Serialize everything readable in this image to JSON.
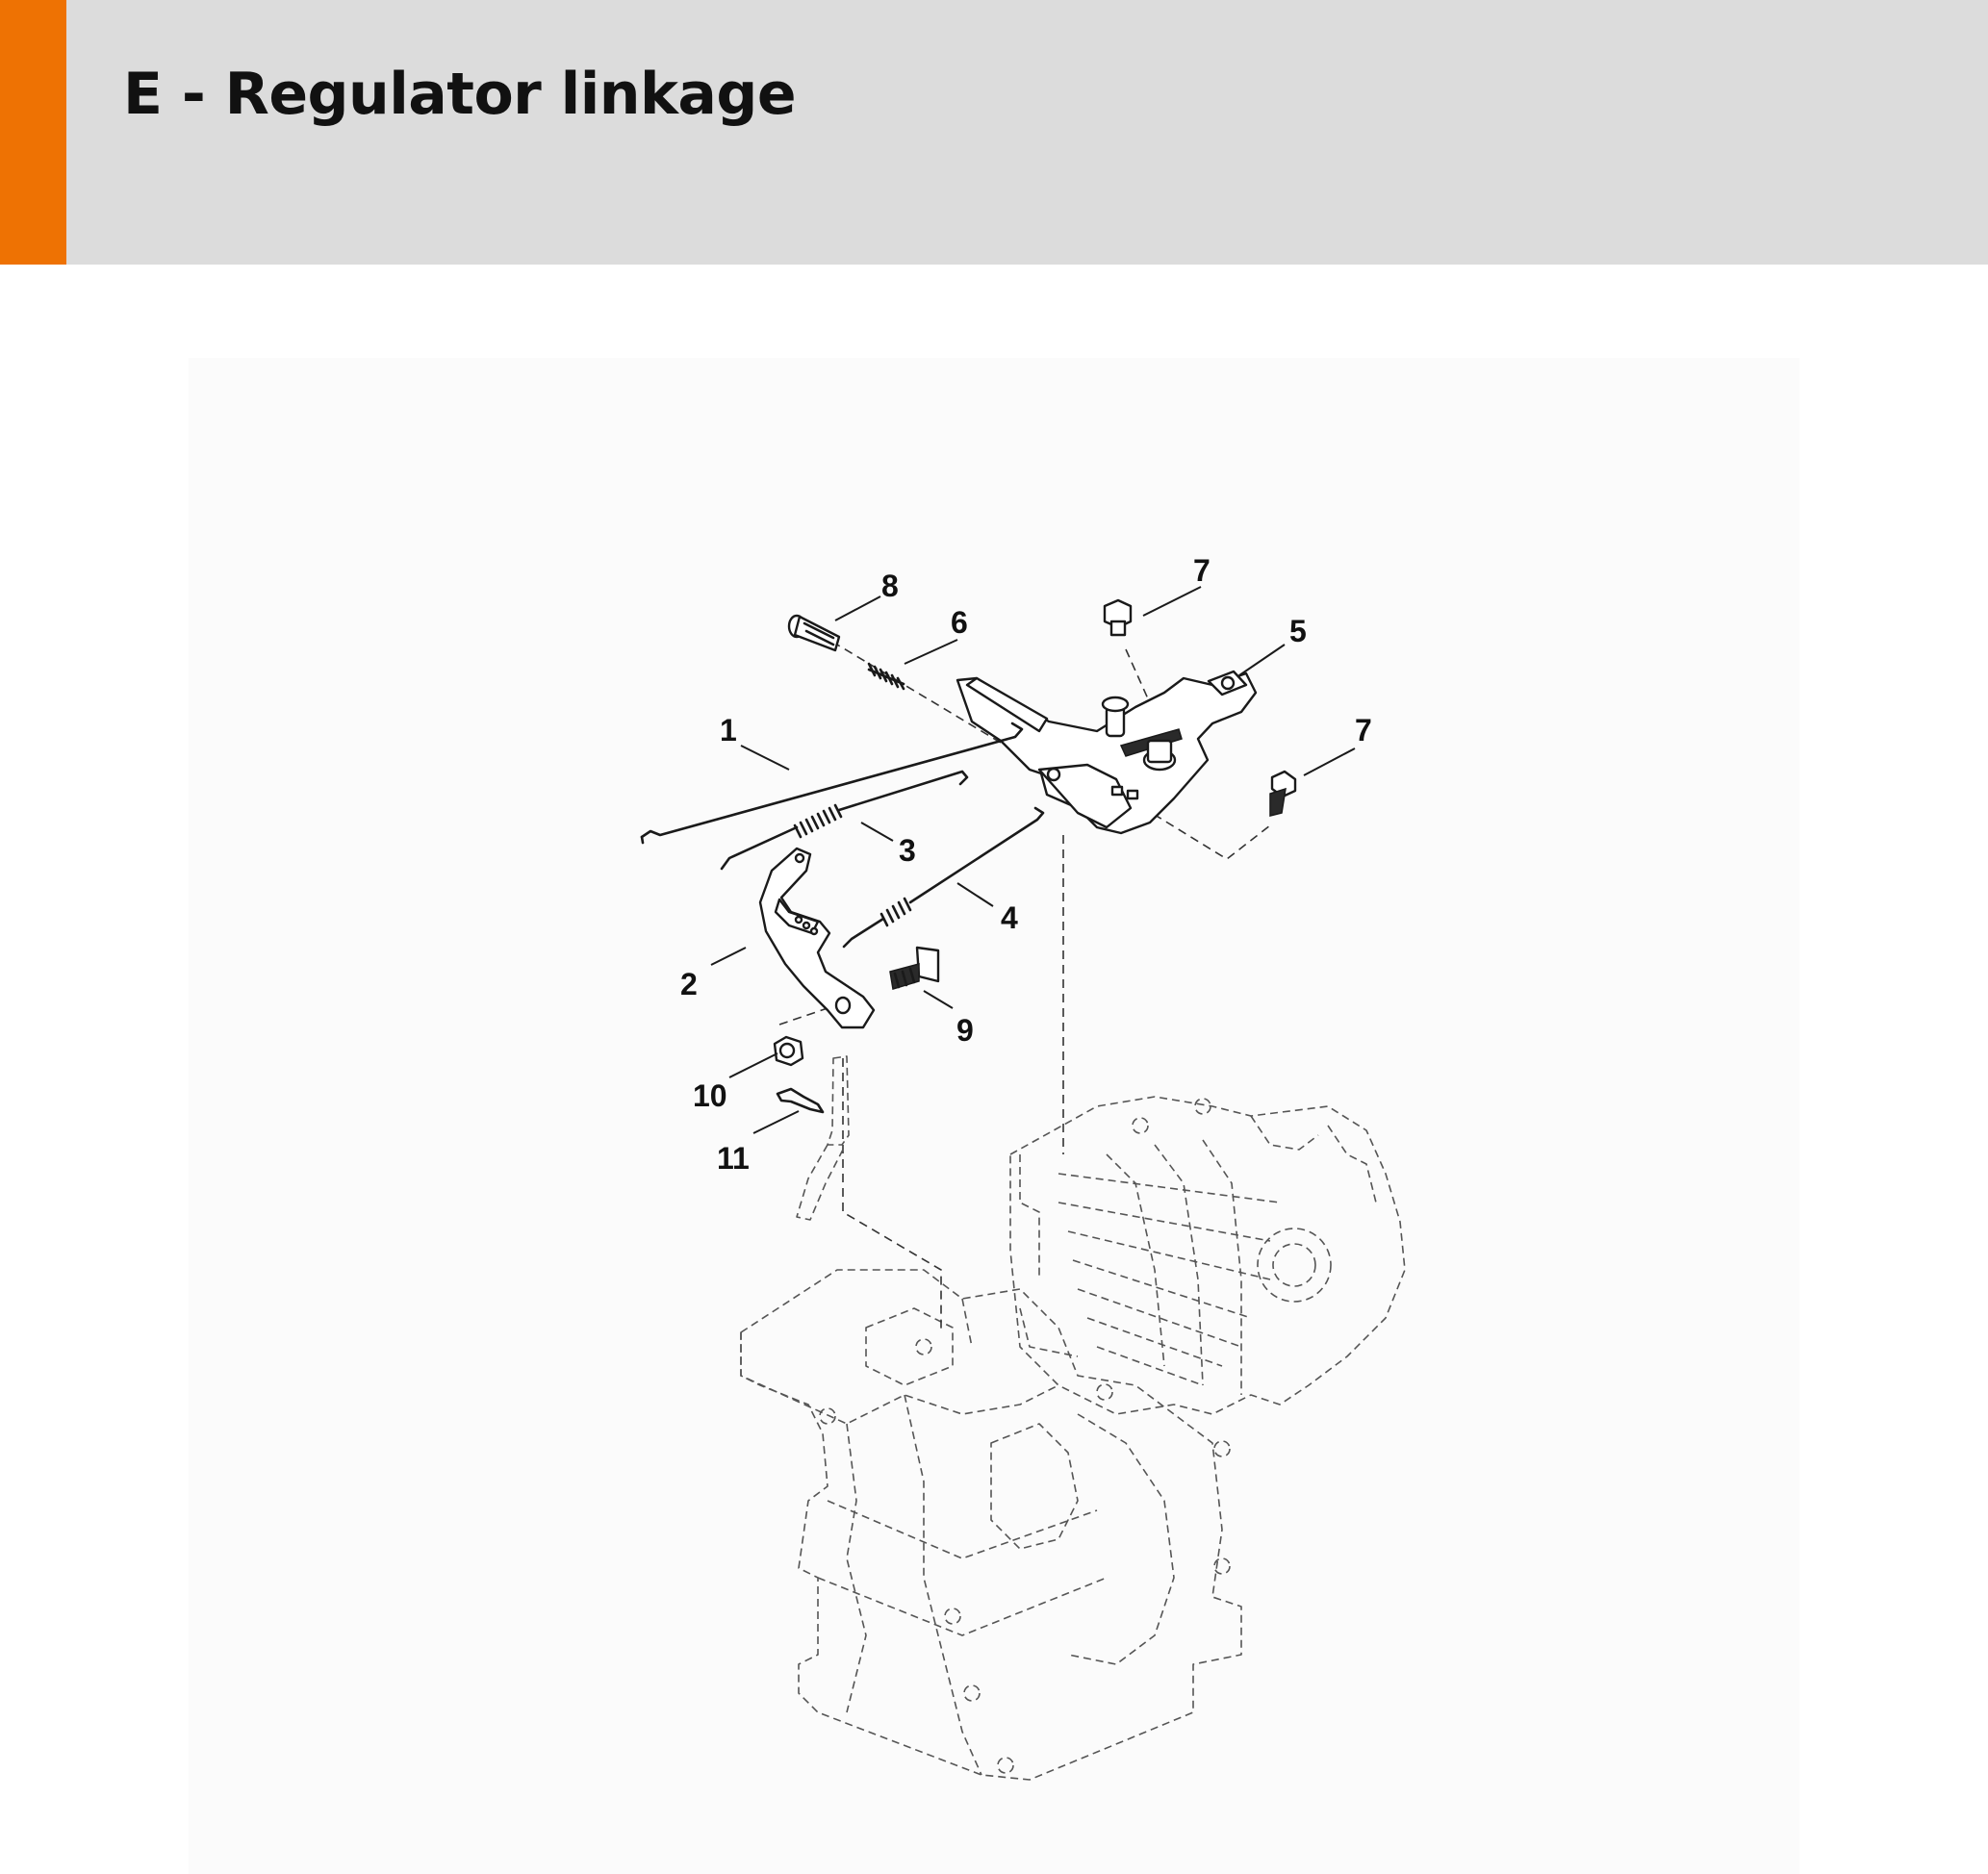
{
  "header": {
    "title": "E - Regulator linkage",
    "accent_color": "#ee7203",
    "background_color": "#dcdcdc"
  },
  "diagram": {
    "callouts": [
      {
        "id": "callout-1",
        "label": "1"
      },
      {
        "id": "callout-2",
        "label": "2"
      },
      {
        "id": "callout-3",
        "label": "3"
      },
      {
        "id": "callout-4",
        "label": "4"
      },
      {
        "id": "callout-5",
        "label": "5"
      },
      {
        "id": "callout-6",
        "label": "6"
      },
      {
        "id": "callout-7a",
        "label": "7"
      },
      {
        "id": "callout-7b",
        "label": "7"
      },
      {
        "id": "callout-8",
        "label": "8"
      },
      {
        "id": "callout-9",
        "label": "9"
      },
      {
        "id": "callout-10",
        "label": "10"
      },
      {
        "id": "callout-11",
        "label": "11"
      }
    ]
  }
}
